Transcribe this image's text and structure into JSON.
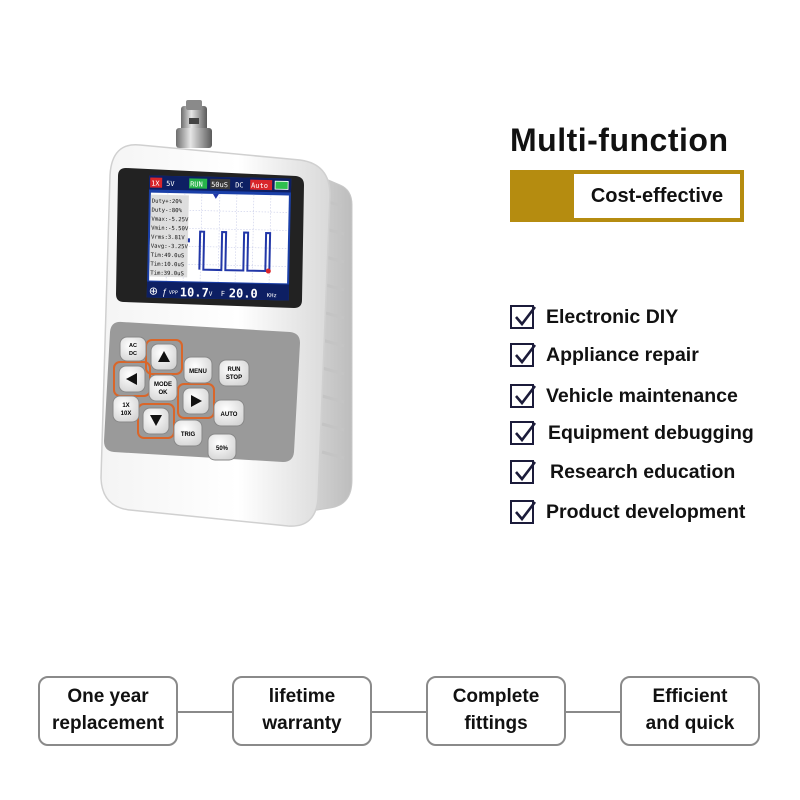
{
  "headline": "Multi-function",
  "subheadline": "Cost-effective",
  "features": [
    "Electronic DIY",
    "Appliance repair",
    "Vehicle maintenance",
    "Equipment debugging",
    "Research education",
    "Product development"
  ],
  "guarantees": [
    {
      "line1": "One year",
      "line2": "replacement"
    },
    {
      "line1": "lifetime",
      "line2": "warranty"
    },
    {
      "line1": "Complete",
      "line2": "fittings"
    },
    {
      "line1": "Efficient",
      "line2": "and quick"
    }
  ],
  "device": {
    "status_bar": [
      "1X",
      "5V",
      "RUN",
      "50uS",
      "DC",
      "Auto"
    ],
    "measurements": [
      "Duty+:20%",
      "Duty-:80%",
      "Vmax:-5.25V",
      "Vmin:-5.50V",
      "Vrms:3.81V",
      "Vavg:-3.25V",
      "Tim:49.0uS",
      "Tim:10.0uS",
      "Tim:39.0uS"
    ],
    "bottom_vpp_label": "VPP",
    "bottom_vpp_value": "10.7",
    "bottom_vpp_unit": "V",
    "bottom_freq_label": "F",
    "bottom_freq_value": "20.0",
    "bottom_freq_unit": "KHz",
    "keys": {
      "ac_dc_top": "AC",
      "ac_dc_bottom": "DC",
      "menu": "MENU",
      "run_top": "RUN",
      "run_bottom": "STOP",
      "mode_top": "MODE",
      "mode_bottom": "OK",
      "x1_top": "1X",
      "x1_bottom": "10X",
      "auto": "AUTO",
      "trig": "TRIG",
      "fifty": "50%"
    }
  },
  "colors": {
    "accent_gold": "#b58c10",
    "checkbox_border": "#1b1b3a",
    "pill_border": "#8a8a8a",
    "screen_bg": "#1a3fa8",
    "keypad_bg": "#9a9a9a",
    "arrow_ring": "#d9662a"
  }
}
